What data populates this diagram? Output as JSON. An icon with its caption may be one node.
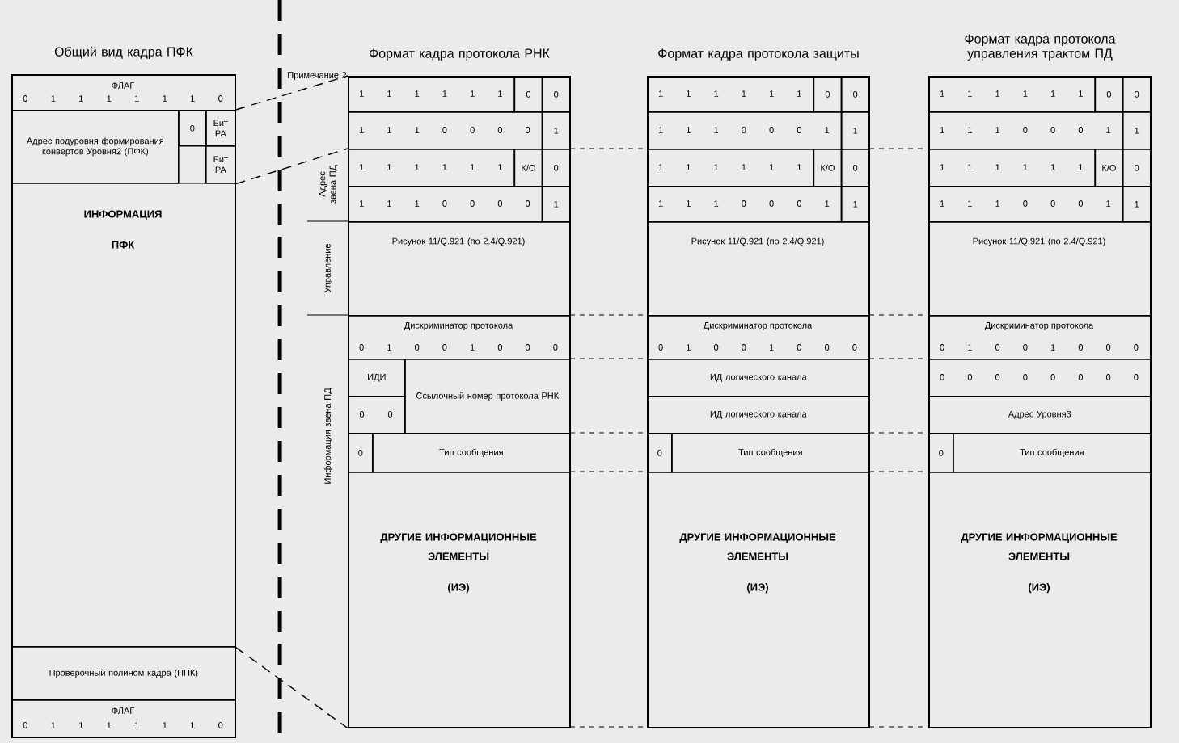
{
  "diagram": {
    "nodes": [
      {
        "text": [
          "Общий вид кадра ПФК"
        ]
      },
      {
        "text": [
          "ФЛАГ",
          "0",
          "1",
          "1",
          "1",
          "1",
          "1",
          "1",
          "0"
        ],
        "in": 0
      },
      {
        "text": [
          "Адрес подуровня формирования конвертов Уровня2 (ПФК)"
        ],
        "in": 0
      },
      {
        "text": [
          "0"
        ],
        "in": 0
      },
      {
        "text": [
          "Бит РА"
        ],
        "in": 0
      },
      {
        "text": [
          "Бит РА"
        ],
        "in": 0
      },
      {
        "text": [
          "ИНФОРМАЦИЯ",
          "ПФК"
        ],
        "in": 0
      },
      {
        "text": [
          "Проверочный полином кадра (ППК)"
        ],
        "in": 0
      },
      {
        "text": [
          "ФЛАГ",
          "0",
          "1",
          "1",
          "1",
          "1",
          "1",
          "1",
          "0"
        ],
        "in": 0
      },
      {
        "text": [
          "Формат кадра протокола РНК"
        ]
      },
      {
        "text": [
          "1",
          "1",
          "1",
          "1",
          "1",
          "1"
        ],
        "in": 9
      },
      {
        "text": [
          "0"
        ],
        "in": 9
      },
      {
        "text": [
          "0"
        ],
        "in": 9
      },
      {
        "text": [
          "1",
          "1",
          "1",
          "0",
          "0",
          "0",
          "0"
        ],
        "in": 9
      },
      {
        "text": [
          "1"
        ],
        "in": 9
      },
      {
        "text": [
          "1",
          "1",
          "1",
          "1",
          "1",
          "1"
        ],
        "in": 9
      },
      {
        "text": [
          "К/О"
        ],
        "in": 9
      },
      {
        "text": [
          "0"
        ],
        "in": 9
      },
      {
        "text": [
          "1",
          "1",
          "1",
          "0",
          "0",
          "0",
          "0"
        ],
        "in": 9
      },
      {
        "text": [
          "1"
        ],
        "in": 9
      },
      {
        "text": [
          "Рисунок 11/Q.921 (по 2.4/Q.921)"
        ],
        "in": 9
      },
      {
        "text": [
          "Дискриминатор протокола",
          "0",
          "1",
          "0",
          "0",
          "1",
          "0",
          "0",
          "0"
        ],
        "in": 9
      },
      {
        "text": [
          "ИДИ"
        ],
        "in": 9
      },
      {
        "text": [
          "Ссылочный номер протокола РНК"
        ],
        "in": 9
      },
      {
        "text": [
          "0",
          "0"
        ],
        "in": 9
      },
      {
        "text": [
          "0"
        ],
        "in": 9
      },
      {
        "text": [
          "Тип сообщения"
        ],
        "in": 9
      },
      {
        "text": [
          "ДРУГИЕ ИНФОРМАЦИОННЫЕ ЭЛЕМЕНТЫ",
          "(ИЭ)"
        ],
        "in": 9
      },
      {
        "text": [
          "Формат кадра протокола защиты"
        ]
      },
      {
        "text": [
          "1",
          "1",
          "1",
          "1",
          "1",
          "1"
        ],
        "in": 28
      },
      {
        "text": [
          "0"
        ],
        "in": 28
      },
      {
        "text": [
          "0"
        ],
        "in": 28
      },
      {
        "text": [
          "1",
          "1",
          "1",
          "0",
          "0",
          "0",
          "1"
        ],
        "in": 28
      },
      {
        "text": [
          "1"
        ],
        "in": 28
      },
      {
        "text": [
          "1",
          "1",
          "1",
          "1",
          "1",
          "1"
        ],
        "in": 28
      },
      {
        "text": [
          "К/О"
        ],
        "in": 28
      },
      {
        "text": [
          "0"
        ],
        "in": 28
      },
      {
        "text": [
          "1",
          "1",
          "1",
          "0",
          "0",
          "0",
          "1"
        ],
        "in": 28
      },
      {
        "text": [
          "1"
        ],
        "in": 28
      },
      {
        "text": [
          "Рисунок 11/Q.921 (по 2.4/Q.921)"
        ],
        "in": 28
      },
      {
        "text": [
          "Дискриминатор протокола",
          "0",
          "1",
          "0",
          "0",
          "1",
          "0",
          "0",
          "0"
        ],
        "in": 28
      },
      {
        "text": [
          "ИД логического канала"
        ],
        "in": 28
      },
      {
        "text": [
          "ИД логического канала"
        ],
        "in": 28
      },
      {
        "text": [
          "0"
        ],
        "in": 28
      },
      {
        "text": [
          "Тип сообщения"
        ],
        "in": 28
      },
      {
        "text": [
          "ДРУГИЕ ИНФОРМАЦИОННЫЕ ЭЛЕМЕНТЫ",
          "(ИЭ)"
        ],
        "in": 28
      },
      {
        "text": [
          "Формат кадра протокола управления трактом ПД"
        ]
      },
      {
        "text": [
          "1",
          "1",
          "1",
          "1",
          "1",
          "1"
        ],
        "in": 46
      },
      {
        "text": [
          "0"
        ],
        "in": 46
      },
      {
        "text": [
          "0"
        ],
        "in": 46
      },
      {
        "text": [
          "1",
          "1",
          "1",
          "0",
          "0",
          "0",
          "1"
        ],
        "in": 46
      },
      {
        "text": [
          "1"
        ],
        "in": 46
      },
      {
        "text": [
          "1",
          "1",
          "1",
          "1",
          "1",
          "1"
        ],
        "in": 46
      },
      {
        "text": [
          "К/О"
        ],
        "in": 46
      },
      {
        "text": [
          "0"
        ],
        "in": 46
      },
      {
        "text": [
          "1",
          "1",
          "1",
          "0",
          "0",
          "0",
          "1"
        ],
        "in": 46
      },
      {
        "text": [
          "1"
        ],
        "in": 46
      },
      {
        "text": [
          "Рисунок 11/Q.921 (по 2.4/Q.921)"
        ],
        "in": 46
      },
      {
        "text": [
          "Дискриминатор протокола",
          "0",
          "1",
          "0",
          "0",
          "1",
          "0",
          "0",
          "0"
        ],
        "in": 46
      },
      {
        "text": [
          "0",
          "0",
          "0",
          "0",
          "0",
          "0",
          "0",
          "0"
        ],
        "in": 46
      },
      {
        "text": [
          "Адрес Уровня3"
        ],
        "in": 46
      },
      {
        "text": [
          "0"
        ],
        "in": 46
      },
      {
        "text": [
          "Тип сообщения"
        ],
        "in": 46
      },
      {
        "text": [
          "ДРУГИЕ ИНФОРМАЦИОННЫЕ ЭЛЕМЕНТЫ",
          "(ИЭ)"
        ],
        "in": 46
      }
    ],
    "edges": [
      {
        "from": 4,
        "to": 10,
        "arrow": "none",
        "style": "dashed"
      },
      {
        "from": 5,
        "to": 15,
        "arrow": "none",
        "style": "dashed"
      },
      {
        "from": 6,
        "to": 27,
        "arrow": "none",
        "style": "dashed"
      }
    ],
    "labels": [
      "Примечание 2",
      "Адрес звена ПД",
      "Управление",
      "Информация звена ПД"
    ]
  }
}
